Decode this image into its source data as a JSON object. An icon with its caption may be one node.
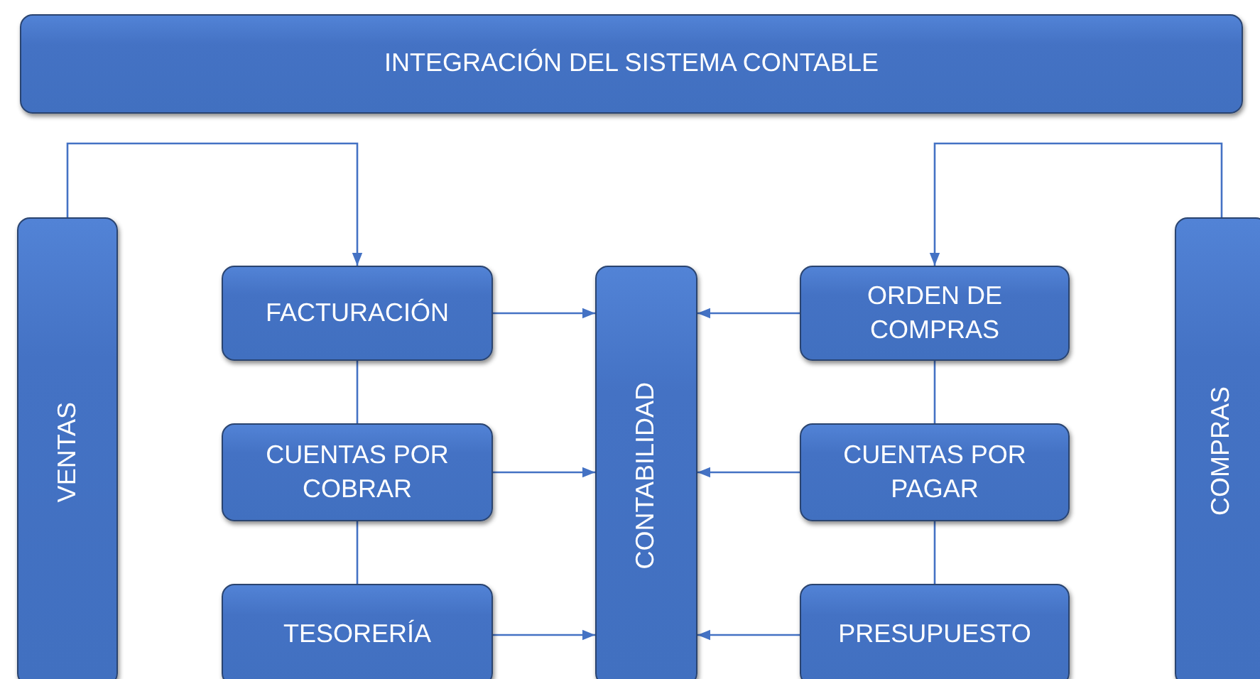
{
  "diagram": {
    "nodes": [
      {
        "text": [
          "INTEGRACIÓN DEL SISTEMA CONTABLE"
        ]
      },
      {
        "text": [
          "VENTAS"
        ]
      },
      {
        "text": [
          "FACTURACIÓN"
        ]
      },
      {
        "text": [
          "CUENTAS POR COBRAR"
        ]
      },
      {
        "text": [
          "TESORERÍA"
        ]
      },
      {
        "text": [
          "CONTABILIDAD"
        ]
      },
      {
        "text": [
          "ORDEN DE COMPRAS"
        ]
      },
      {
        "text": [
          "CUENTAS POR PAGAR"
        ]
      },
      {
        "text": [
          "PRESUPUESTO"
        ]
      },
      {
        "text": [
          "COMPRAS"
        ]
      }
    ],
    "edges": [
      {
        "from": 1,
        "to": 2,
        "arrow": "to"
      },
      {
        "from": 2,
        "to": 3,
        "arrow": "none"
      },
      {
        "from": 3,
        "to": 4,
        "arrow": "none"
      },
      {
        "from": 2,
        "to": 5,
        "arrow": "to"
      },
      {
        "from": 3,
        "to": 5,
        "arrow": "to"
      },
      {
        "from": 4,
        "to": 5,
        "arrow": "to"
      },
      {
        "from": 9,
        "to": 6,
        "arrow": "to"
      },
      {
        "from": 6,
        "to": 7,
        "arrow": "none"
      },
      {
        "from": 7,
        "to": 8,
        "arrow": "none"
      },
      {
        "from": 6,
        "to": 5,
        "arrow": "to"
      },
      {
        "from": 7,
        "to": 5,
        "arrow": "to"
      },
      {
        "from": 8,
        "to": 5,
        "arrow": "to"
      }
    ]
  }
}
